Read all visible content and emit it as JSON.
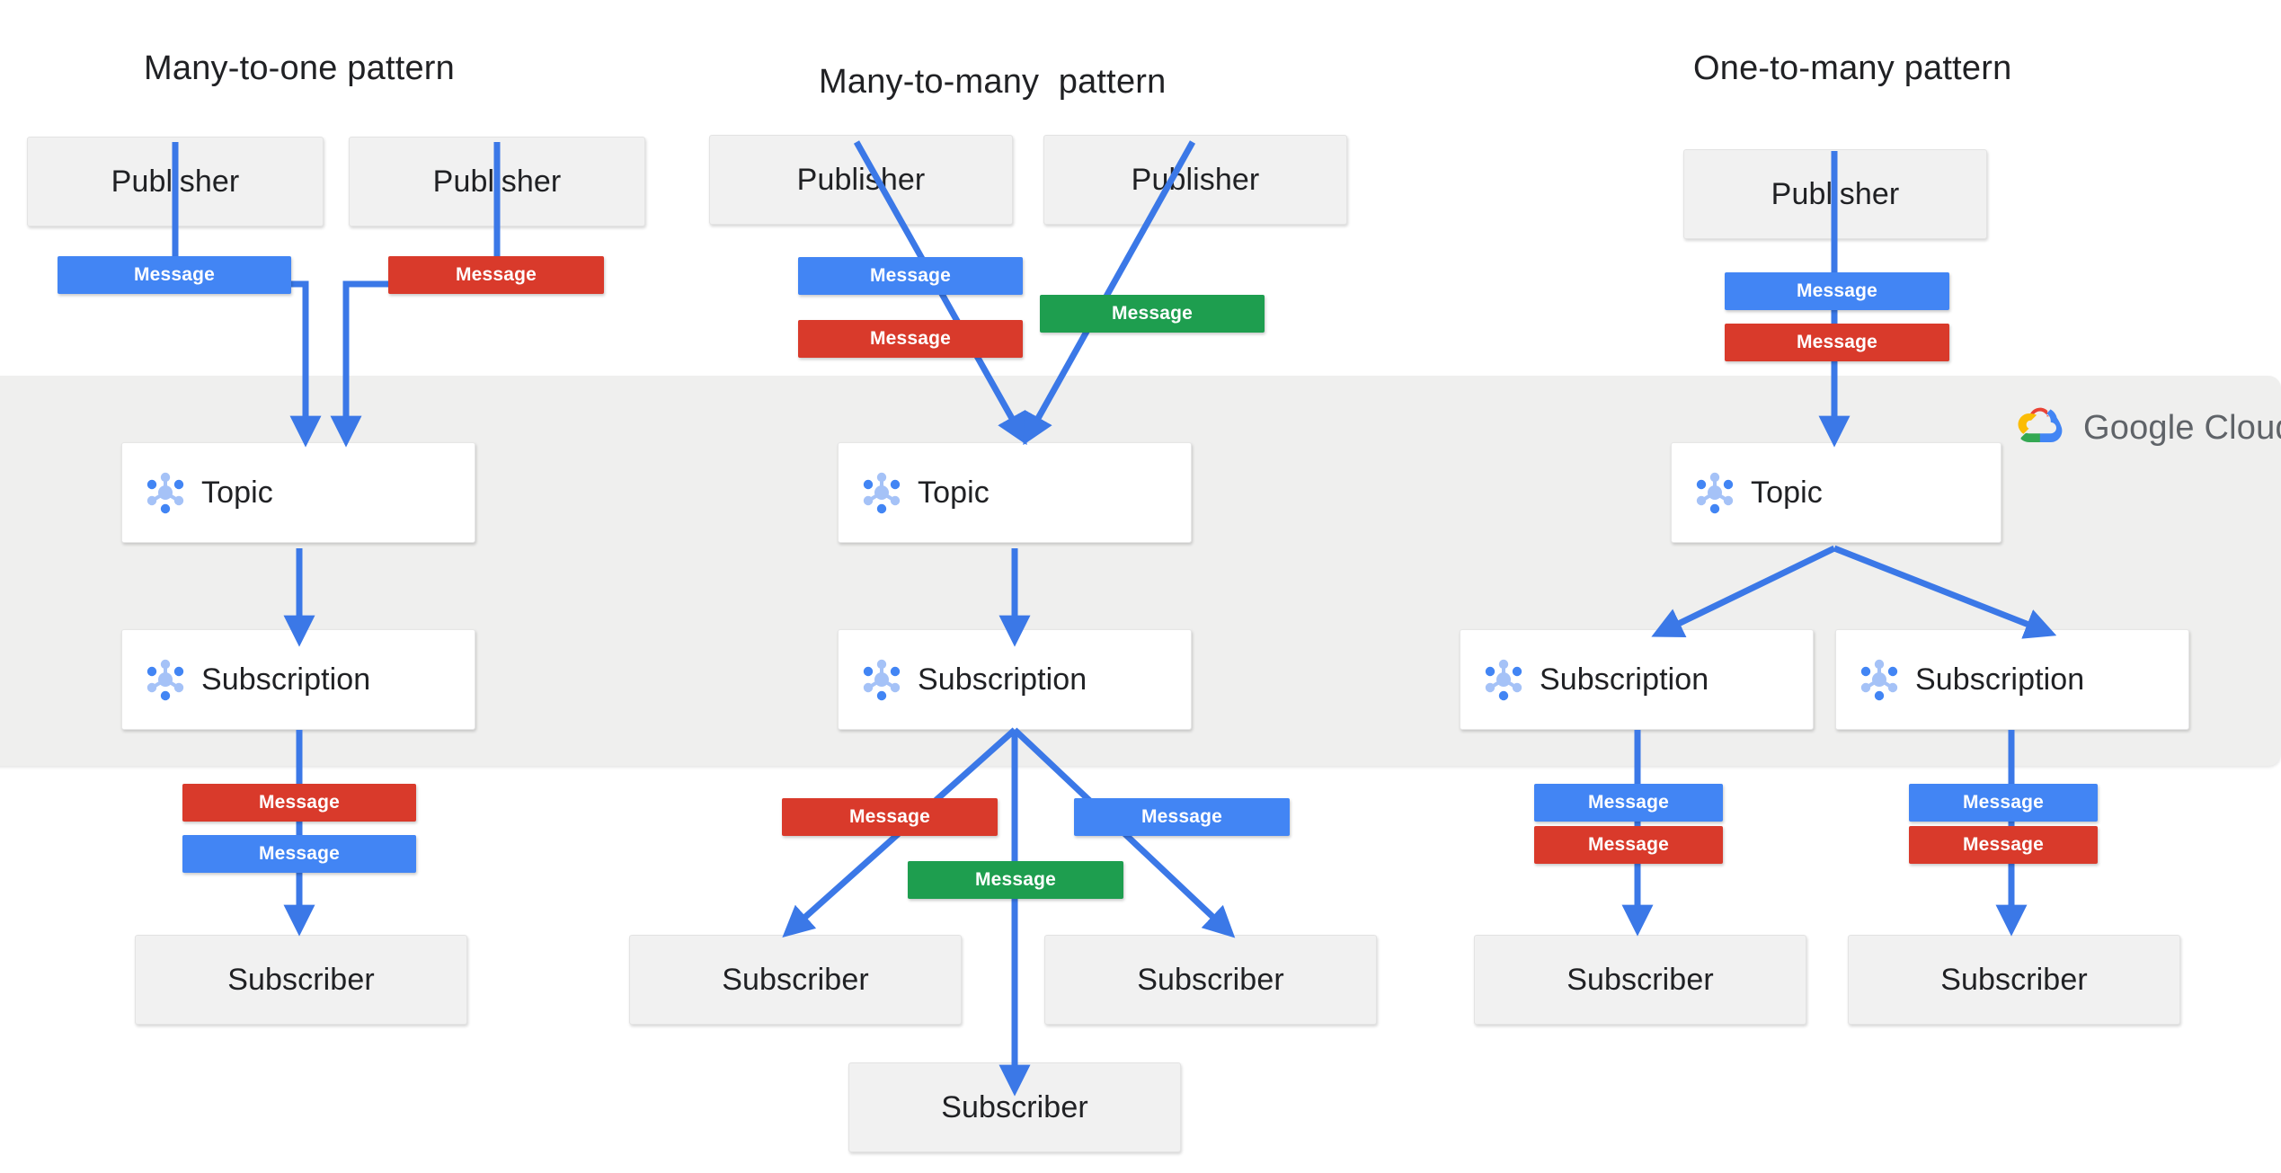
{
  "brand": {
    "name": "Google Cloud",
    "logo_icon": "google-cloud-logo-icon",
    "band_color": "#efefee",
    "colors": {
      "blue": "#4285f4",
      "red": "#d93a2b",
      "green": "#1e9e4f",
      "yellow": "#f9ab00",
      "arrow": "#3b78e7",
      "icon_light": "#a5c2f7",
      "icon_dark": "#4285f4"
    }
  },
  "patterns": [
    {
      "id": "many-to-one",
      "title": "Many-to-one pattern",
      "publishers": [
        {
          "label": "Publisher"
        },
        {
          "label": "Publisher"
        }
      ],
      "publish_messages": [
        {
          "label": "Message",
          "color": "blue"
        },
        {
          "label": "Message",
          "color": "red"
        }
      ],
      "topics": [
        {
          "label": "Topic",
          "icon": "pubsub-topic-icon"
        }
      ],
      "subscriptions": [
        {
          "label": "Subscription",
          "icon": "pubsub-subscription-icon"
        }
      ],
      "deliver_messages": [
        {
          "label": "Message",
          "color": "red"
        },
        {
          "label": "Message",
          "color": "blue"
        }
      ],
      "subscribers": [
        {
          "label": "Subscriber"
        }
      ]
    },
    {
      "id": "many-to-many",
      "title": "Many-to-many  pattern",
      "publishers": [
        {
          "label": "Publisher"
        },
        {
          "label": "Publisher"
        }
      ],
      "publish_messages": [
        {
          "label": "Message",
          "color": "blue"
        },
        {
          "label": "Message",
          "color": "red"
        },
        {
          "label": "Message",
          "color": "green"
        }
      ],
      "topics": [
        {
          "label": "Topic",
          "icon": "pubsub-topic-icon"
        }
      ],
      "subscriptions": [
        {
          "label": "Subscription",
          "icon": "pubsub-subscription-icon"
        }
      ],
      "deliver_messages": [
        {
          "label": "Message",
          "color": "red"
        },
        {
          "label": "Message",
          "color": "blue"
        },
        {
          "label": "Message",
          "color": "green"
        }
      ],
      "subscribers": [
        {
          "label": "Subscriber"
        },
        {
          "label": "Subscriber"
        },
        {
          "label": "Subscriber"
        }
      ]
    },
    {
      "id": "one-to-many",
      "title": "One-to-many pattern",
      "publishers": [
        {
          "label": "Publisher"
        }
      ],
      "publish_messages": [
        {
          "label": "Message",
          "color": "blue"
        },
        {
          "label": "Message",
          "color": "red"
        }
      ],
      "topics": [
        {
          "label": "Topic",
          "icon": "pubsub-topic-icon"
        }
      ],
      "subscriptions": [
        {
          "label": "Subscription",
          "icon": "pubsub-subscription-icon"
        },
        {
          "label": "Subscription",
          "icon": "pubsub-subscription-icon"
        }
      ],
      "deliver_messages": [
        {
          "label": "Message",
          "color": "blue"
        },
        {
          "label": "Message",
          "color": "red"
        },
        {
          "label": "Message",
          "color": "blue"
        },
        {
          "label": "Message",
          "color": "red"
        }
      ],
      "subscribers": [
        {
          "label": "Subscriber"
        },
        {
          "label": "Subscriber"
        }
      ]
    }
  ]
}
